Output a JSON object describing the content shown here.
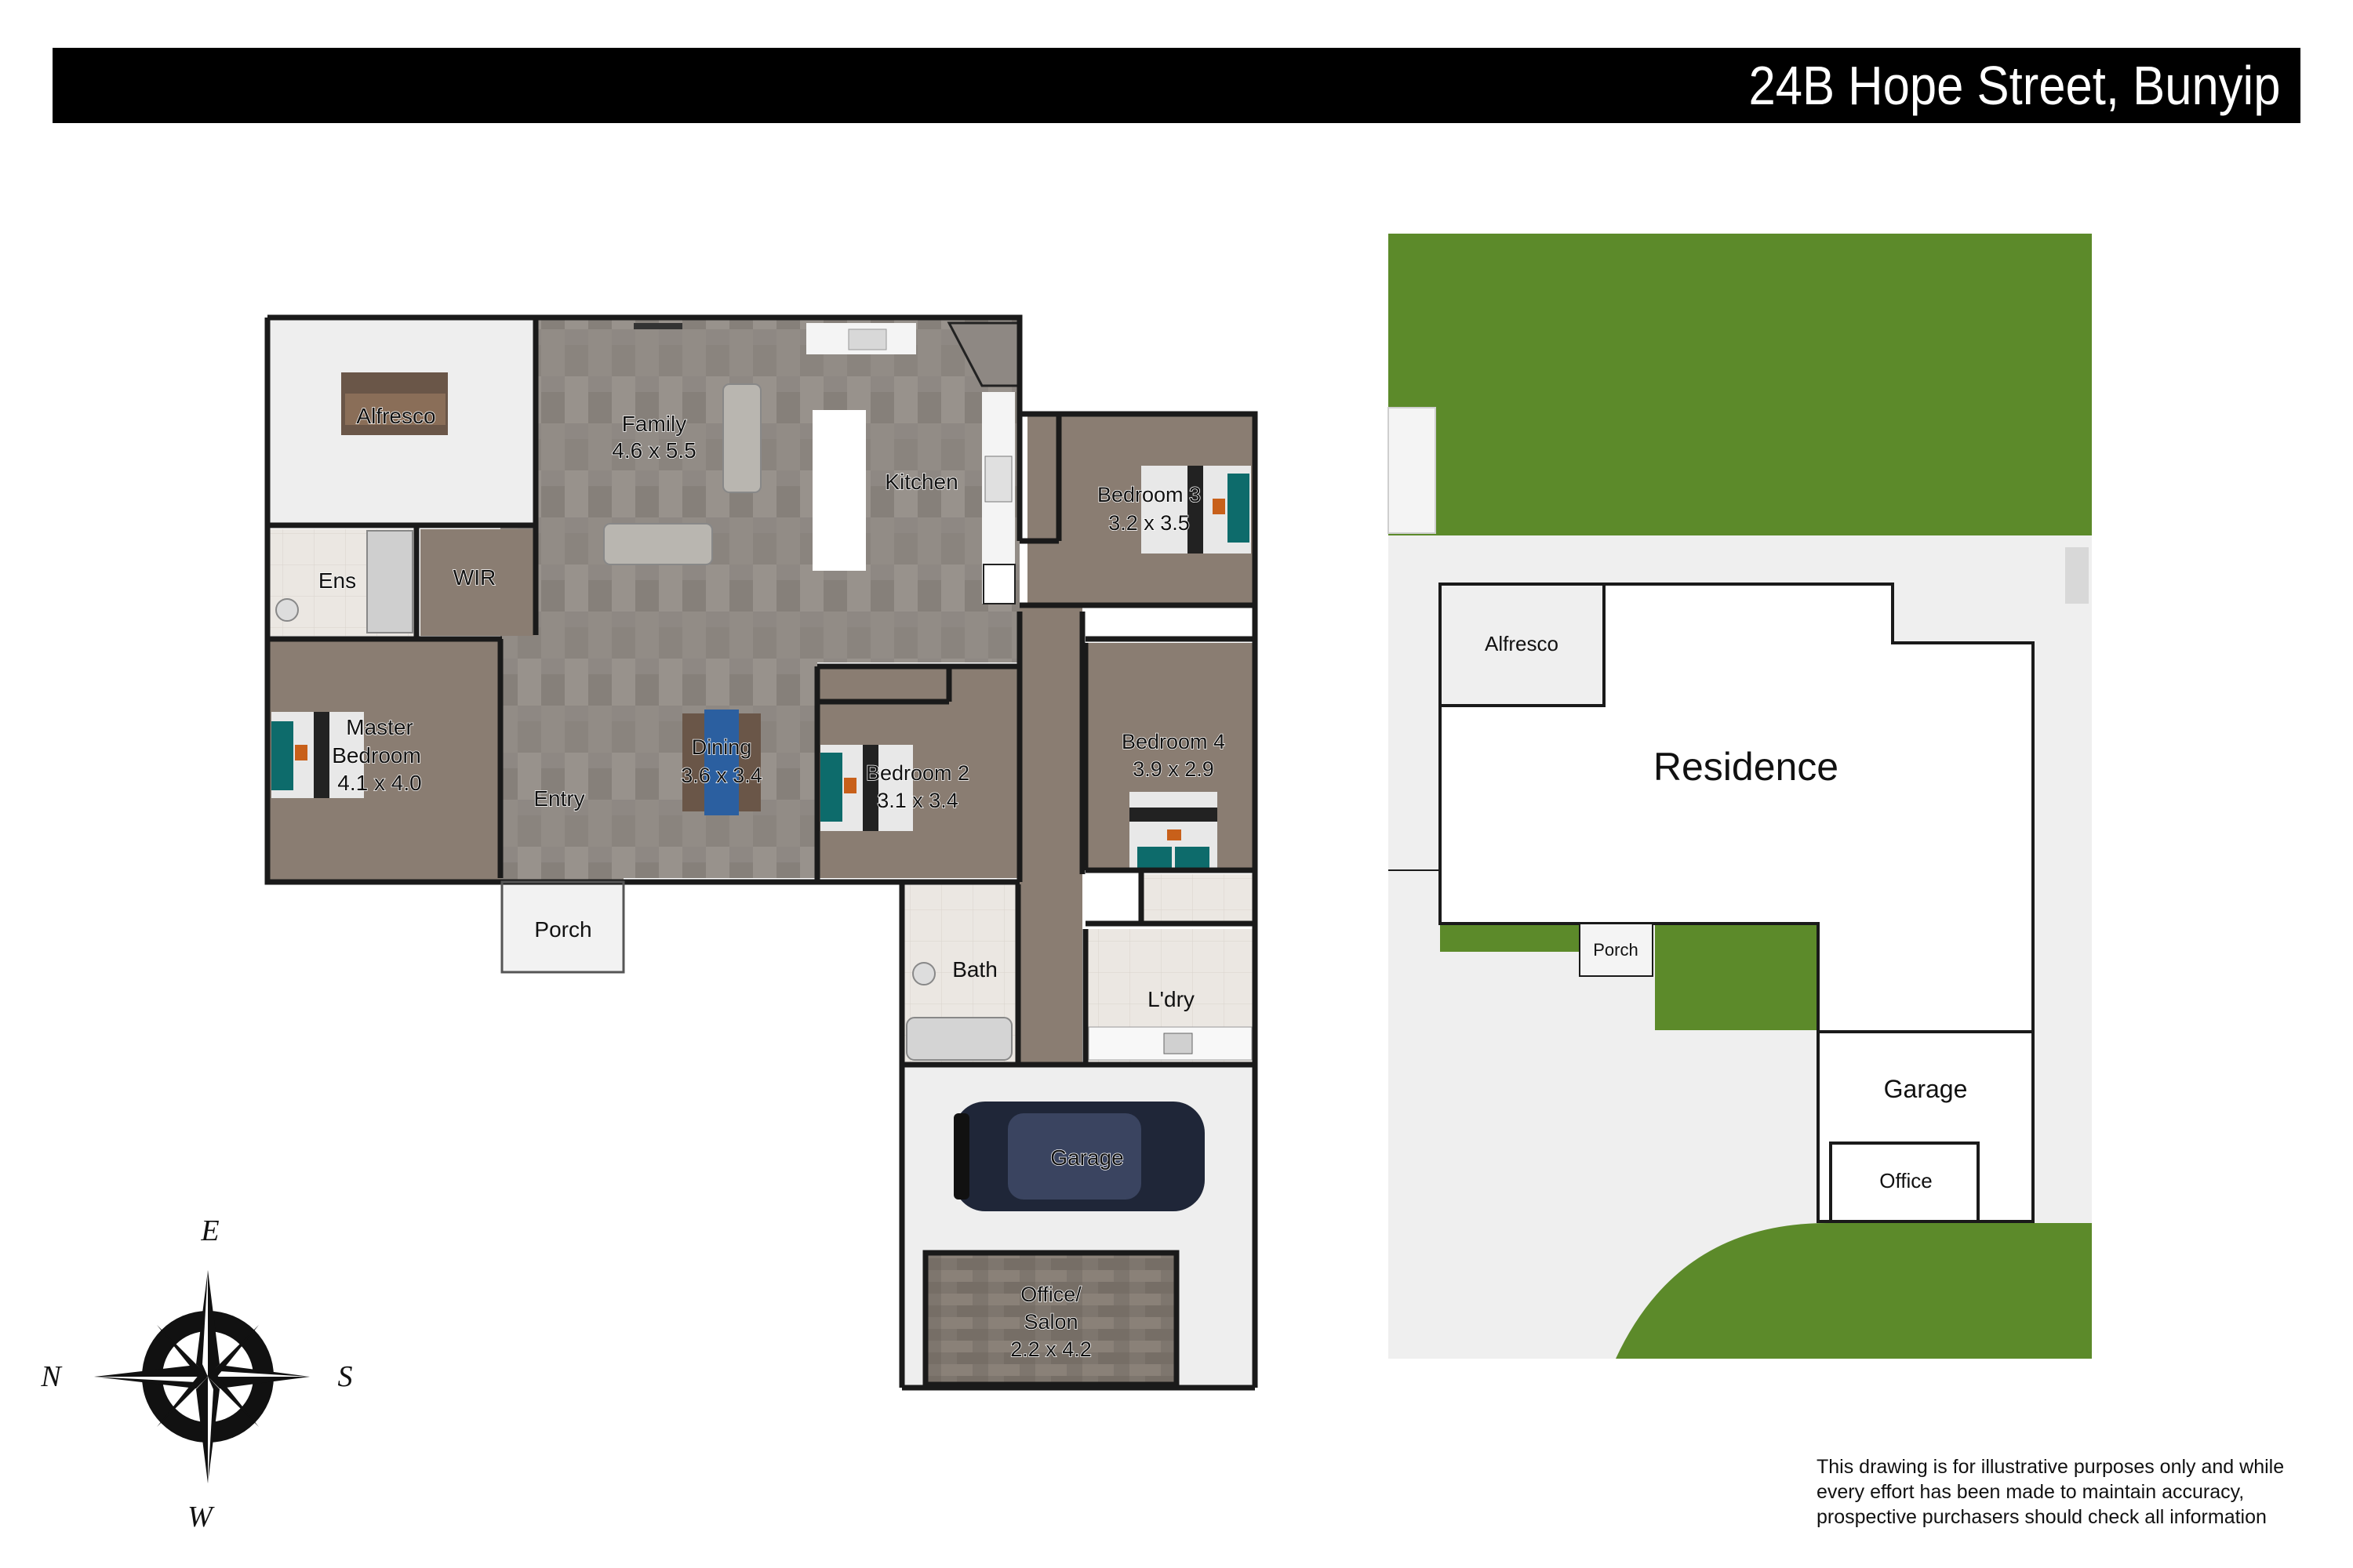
{
  "header": {
    "title": "24B Hope Street, Bunyip"
  },
  "floor_plan": {
    "rooms": {
      "alfresco": {
        "name": "Alfresco"
      },
      "family": {
        "name": "Family",
        "size": "4.6 x 5.5"
      },
      "kitchen": {
        "name": "Kitchen"
      },
      "bedroom3": {
        "name": "Bedroom 3",
        "size": "3.2 x 3.5"
      },
      "ensuite": {
        "name": "Ens"
      },
      "wir": {
        "name": "WIR"
      },
      "master": {
        "name": "Master",
        "name2": "Bedroom",
        "size": "4.1 x 4.0"
      },
      "entry": {
        "name": "Entry"
      },
      "dining": {
        "name": "Dining",
        "size": "3.6 x 3.4"
      },
      "bedroom2": {
        "name": "Bedroom 2",
        "size": "3.1 x 3.4"
      },
      "bedroom4": {
        "name": "Bedroom 4",
        "size": "3.9 x 2.9"
      },
      "porch": {
        "name": "Porch"
      },
      "bath": {
        "name": "Bath"
      },
      "laundry": {
        "name": "L'dry"
      },
      "garage": {
        "name": "Garage"
      },
      "office": {
        "name": "Office/",
        "name2": "Salon",
        "size": "2.2 x 4.2"
      }
    }
  },
  "site_plan": {
    "alfresco": "Alfresco",
    "residence": "Residence",
    "porch": "Porch",
    "garage": "Garage",
    "office": "Office"
  },
  "compass": {
    "north": "N",
    "south": "S",
    "east": "E",
    "west": "W"
  },
  "disclaimer": {
    "line1": "This drawing is for illustrative purposes only and while",
    "line2": "every effort has been made to maintain accuracy,",
    "line3": "prospective purchasers should check all information"
  },
  "colors": {
    "grass": "#5a8a2a",
    "paving": "#efefef",
    "wood_floor": "#8c8680",
    "bedroom_floor": "#8a7d72",
    "tile": "#e6e2dc",
    "wall": "#222222"
  }
}
